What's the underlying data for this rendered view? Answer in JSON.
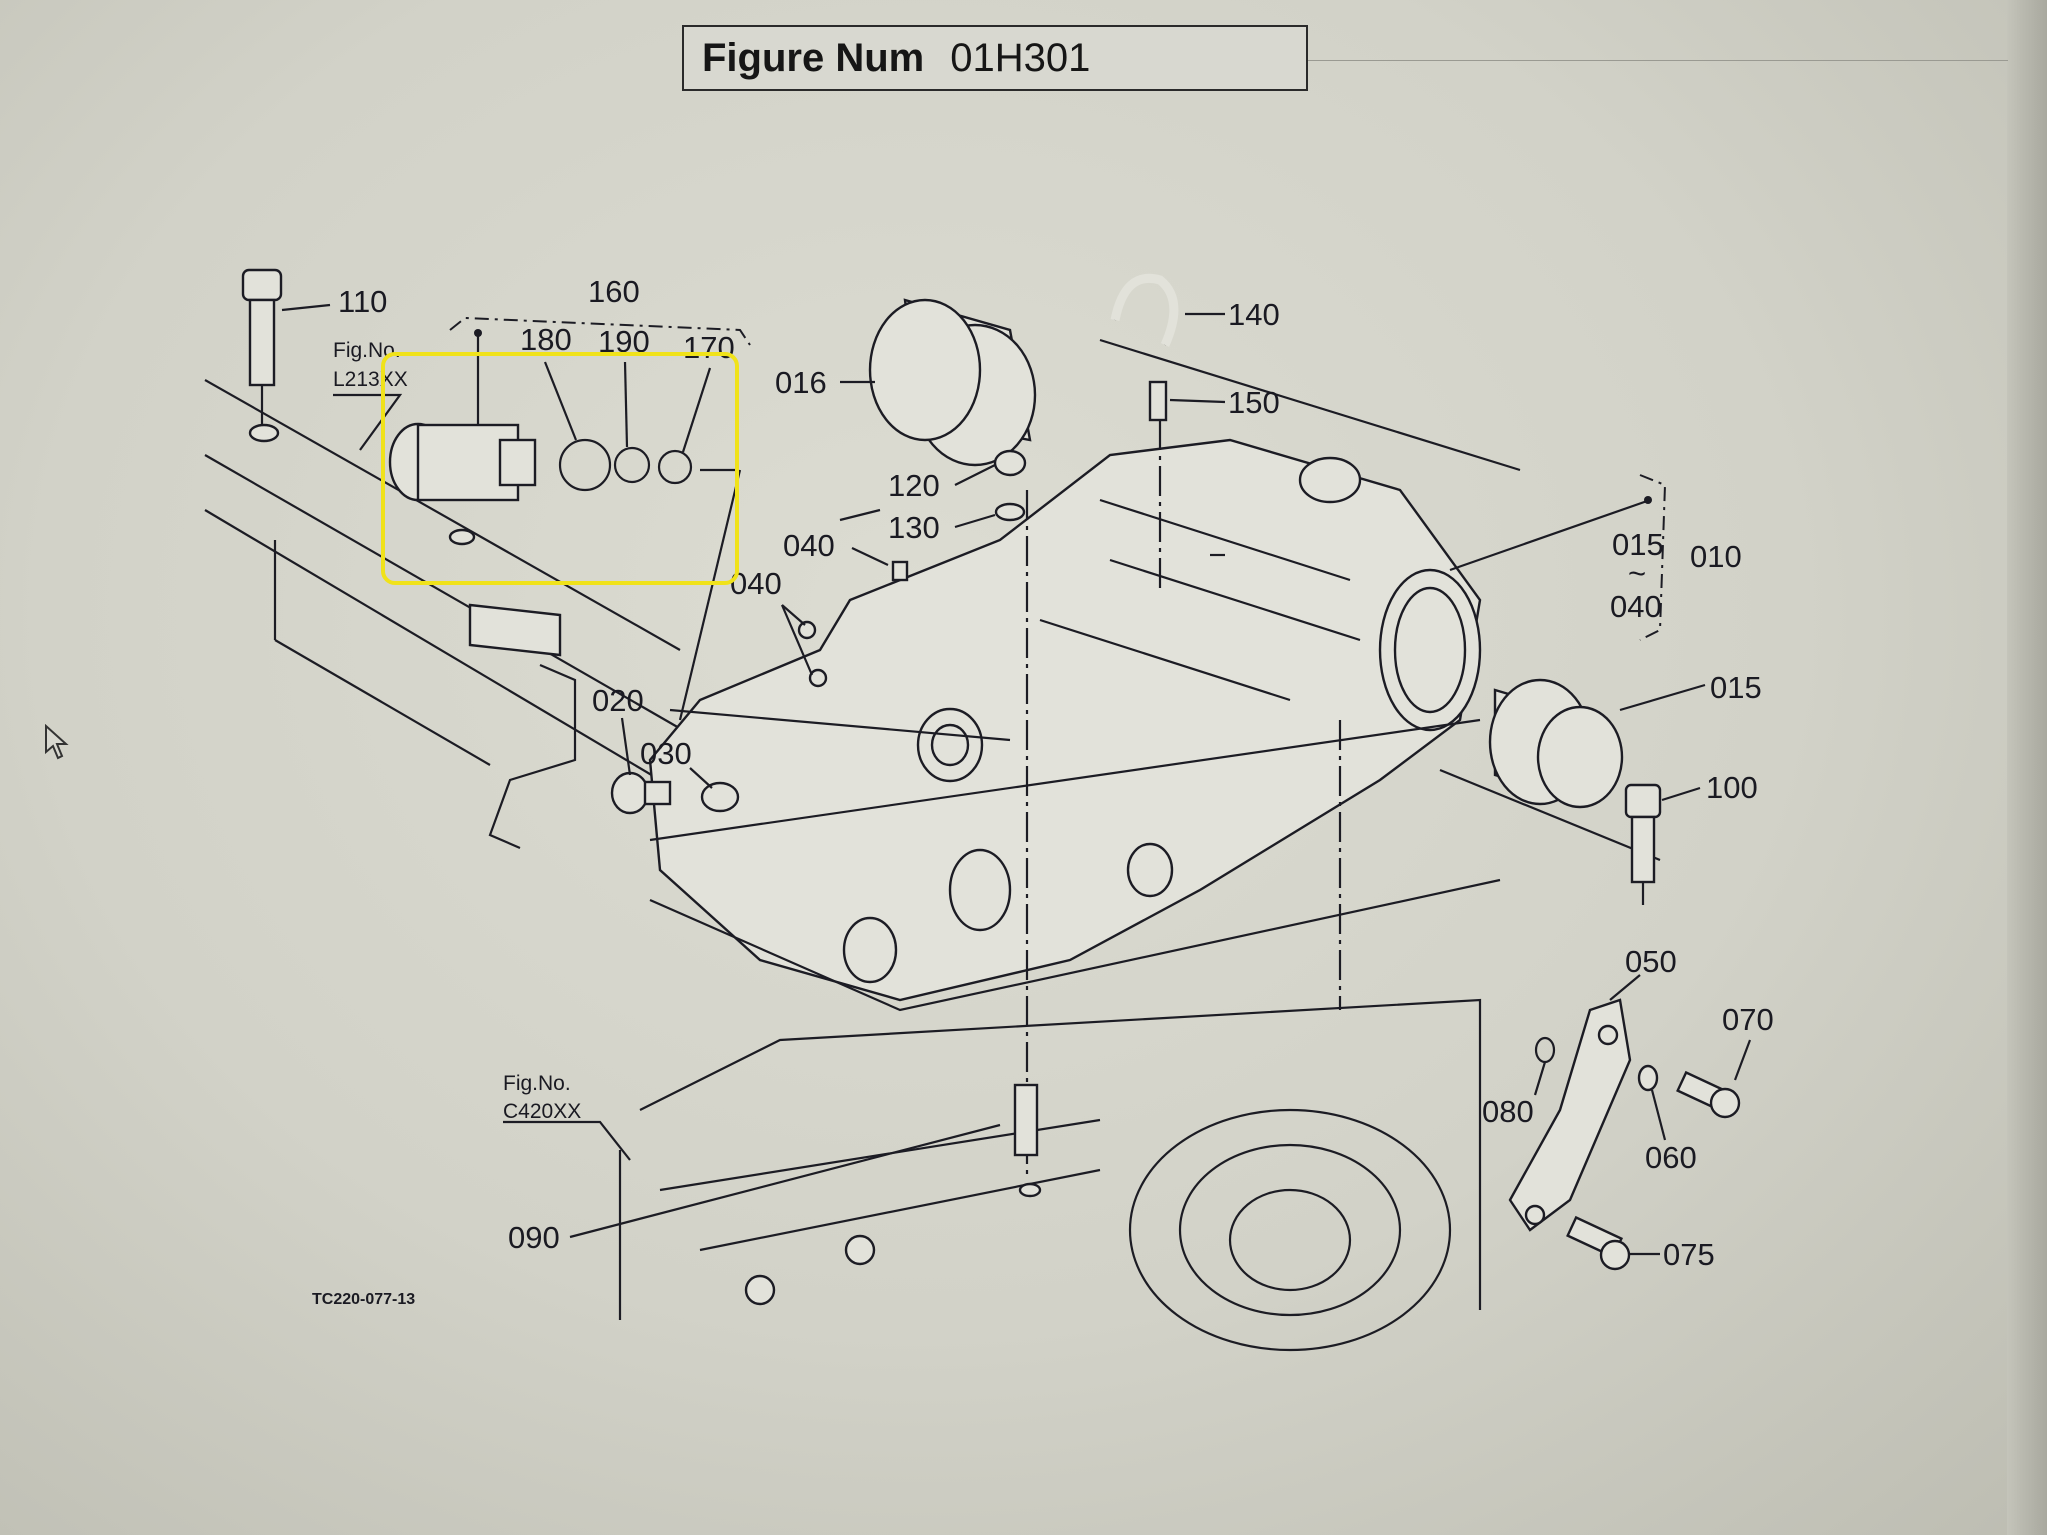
{
  "header": {
    "figure_label": "Figure Num",
    "figure_number": "01H301"
  },
  "labels": {
    "p110": "110",
    "p160": "160",
    "p180": "180",
    "p190": "190",
    "p170": "170",
    "p016": "016",
    "p140": "140",
    "p150": "150",
    "p120": "120",
    "p130": "130",
    "p040a": "040",
    "p040b": "040",
    "p015_range_start": "015",
    "p015_range_tilde": "~",
    "p015_range_end": "040",
    "p010": "010",
    "p015": "015",
    "p020": "020",
    "p030": "030",
    "p100": "100",
    "p050": "050",
    "p070": "070",
    "p080": "080",
    "p060": "060",
    "p075": "075",
    "p090": "090"
  },
  "references": {
    "ref1_label": "Fig.No.",
    "ref1_value": "L213XX",
    "ref2_label": "Fig.No.",
    "ref2_value": "C420XX"
  },
  "drawing_code": "TC220-077-13",
  "colors": {
    "highlight": "#f0e21a",
    "ink": "#1c1c24",
    "background": "#d6d6cc"
  }
}
